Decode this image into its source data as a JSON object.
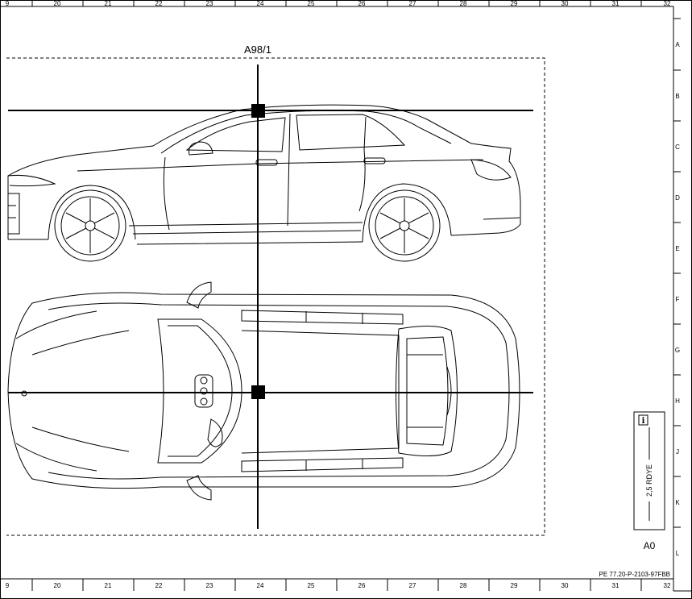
{
  "frame": {
    "columns": [
      "9",
      "20",
      "21",
      "22",
      "23",
      "24",
      "25",
      "26",
      "27",
      "28",
      "29",
      "30",
      "31",
      "32"
    ],
    "rows": [
      "A",
      "B",
      "C",
      "D",
      "E",
      "F",
      "G",
      "H",
      "J",
      "K",
      "L"
    ]
  },
  "component": {
    "label": "A98/1"
  },
  "connector": {
    "info_icon_text": "i",
    "wire_label": "2,5 RDYE",
    "ground_label": "A0"
  },
  "document_id": "PE 77.20-P-2103-97FBB"
}
